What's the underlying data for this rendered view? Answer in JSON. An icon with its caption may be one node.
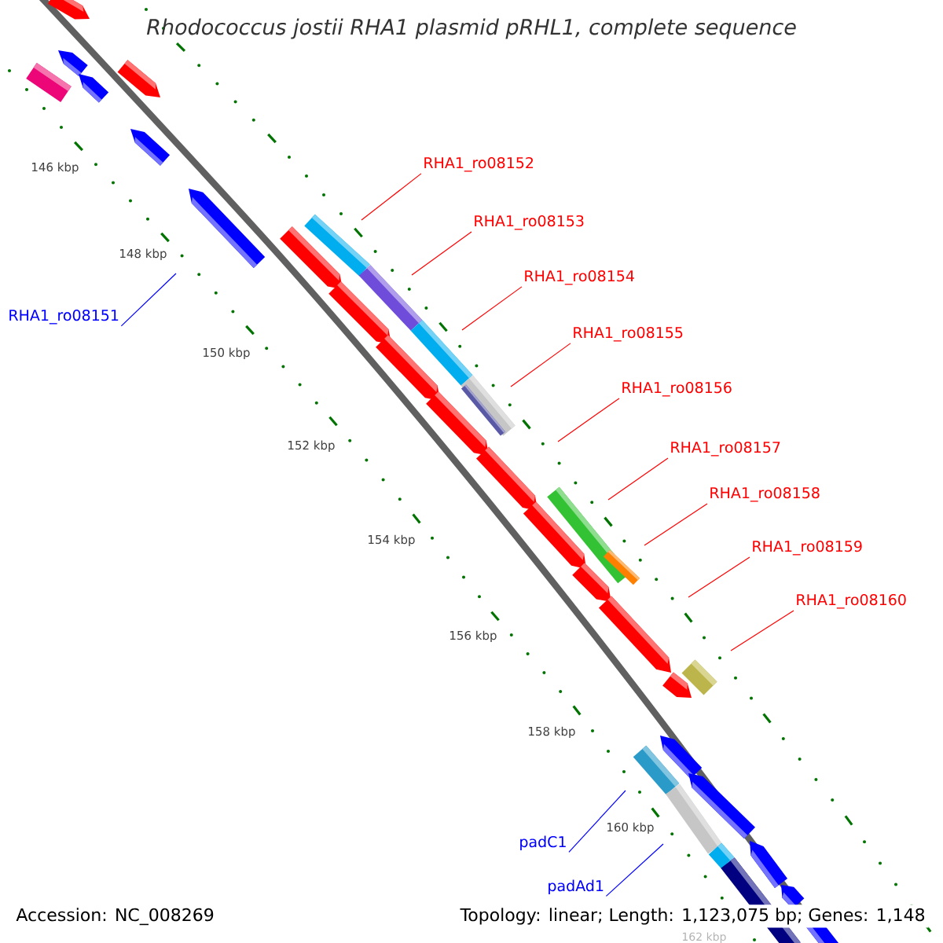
{
  "diagram": {
    "title": "*Rhodococcus jostii* RHA1 plasmid pRHL1, complete sequence",
    "nodes": [
      {
        "text": [
          "RHA1_ro08152"
        ]
      },
      {
        "text": [
          "RHA1_ro08153"
        ]
      },
      {
        "text": [
          "RHA1_ro08154"
        ]
      },
      {
        "text": [
          "RHA1_ro08151"
        ]
      },
      {
        "text": [
          "RHA1_ro08155"
        ]
      },
      {
        "text": [
          "RHA1_ro08156"
        ]
      },
      {
        "text": [
          "RHA1_ro08157"
        ]
      },
      {
        "text": [
          "RHA1_ro08158"
        ]
      },
      {
        "text": [
          "RHA1_ro08159"
        ]
      },
      {
        "text": [
          "RHA1_ro08160"
        ]
      },
      {
        "text": [
          "padC1"
        ]
      },
      {
        "text": [
          "padAd1"
        ]
      }
    ],
    "edges": [
      {
        "from": 0,
        "to": null,
        "arrow": "none"
      },
      {
        "from": 1,
        "to": null,
        "arrow": "none"
      },
      {
        "from": 2,
        "to": null,
        "arrow": "none"
      },
      {
        "from": 3,
        "to": null,
        "arrow": "none",
        "color": "#0000ff"
      },
      {
        "from": 4,
        "to": null,
        "arrow": "none"
      },
      {
        "from": 5,
        "to": null,
        "arrow": "none"
      },
      {
        "from": 6,
        "to": null,
        "arrow": "none"
      },
      {
        "from": 7,
        "to": null,
        "arrow": "none"
      },
      {
        "from": 8,
        "to": null,
        "arrow": "none"
      },
      {
        "from": 9,
        "to": null,
        "arrow": "none"
      },
      {
        "from": 10,
        "to": null,
        "arrow": "none",
        "color": "#0000ff"
      },
      {
        "from": 11,
        "to": null,
        "arrow": "none",
        "color": "#0000ff"
      }
    ],
    "labels": [
      "146 kbp",
      "148 kbp",
      "150 kbp",
      "152 kbp",
      "154 kbp",
      "156 kbp",
      "158 kbp",
      "160 kbp",
      "162 kbp",
      "Accession: NC_008269",
      "Topology: linear; Length: 1,123,075 bp; Genes: 1,148"
    ]
  }
}
